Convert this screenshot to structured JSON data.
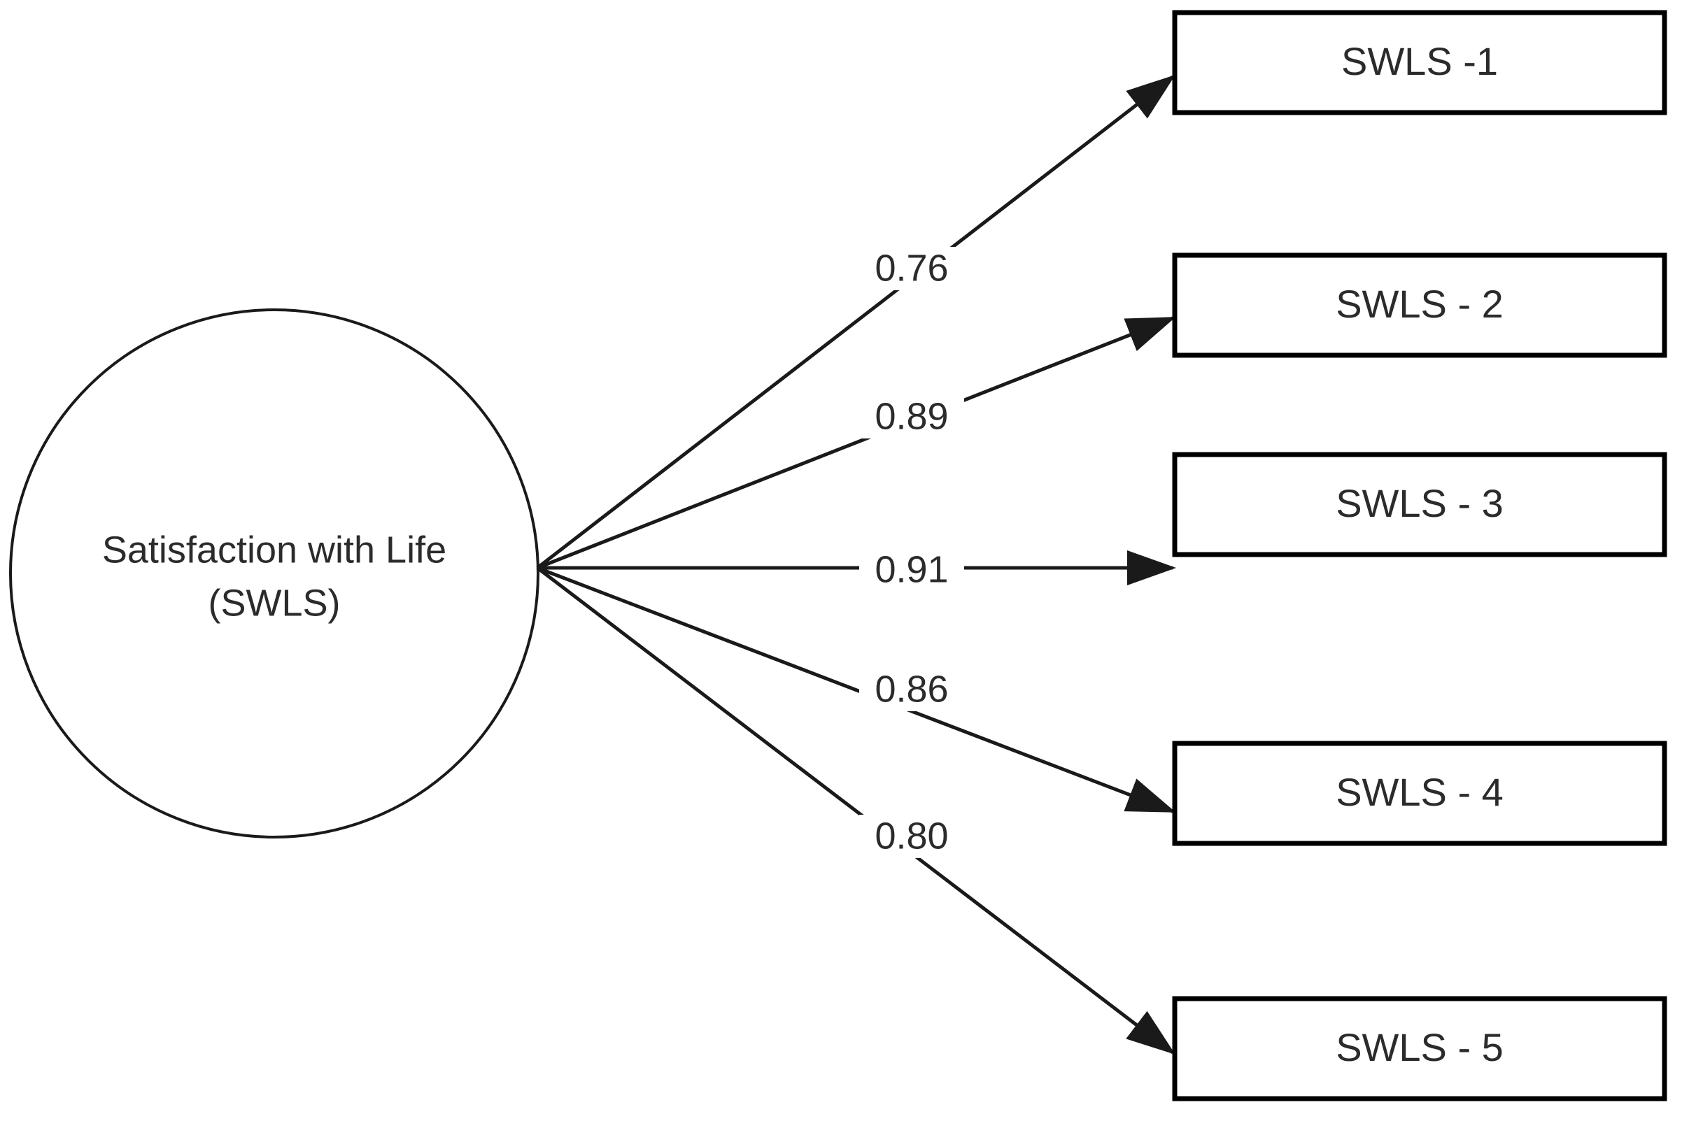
{
  "diagram": {
    "type": "confirmatory-factor-analysis-path-diagram",
    "background_color": "#ffffff",
    "line_color": "#1a1a1a",
    "text_color": "#2b2b2b",
    "latent_variable": {
      "name": "satisfaction-with-life",
      "label_line1": "Satisfaction with Life",
      "label_line2": "(SWLS)",
      "shape": "circle"
    },
    "indicators": [
      {
        "id": "swls-1",
        "label": "SWLS -1",
        "loading": "0.76"
      },
      {
        "id": "swls-2",
        "label": "SWLS - 2",
        "loading": "0.89"
      },
      {
        "id": "swls-3",
        "label": "SWLS - 3",
        "loading": "0.91"
      },
      {
        "id": "swls-4",
        "label": "SWLS - 4",
        "loading": "0.86"
      },
      {
        "id": "swls-5",
        "label": "SWLS - 5",
        "loading": "0.80"
      }
    ]
  },
  "chart_data": {
    "type": "diagram",
    "title": "Satisfaction with Life (SWLS) measurement model",
    "nodes": [
      {
        "id": "SWLS",
        "kind": "latent",
        "label": "Satisfaction with Life (SWLS)"
      },
      {
        "id": "SWLS-1",
        "kind": "observed",
        "label": "SWLS -1"
      },
      {
        "id": "SWLS-2",
        "kind": "observed",
        "label": "SWLS - 2"
      },
      {
        "id": "SWLS-3",
        "kind": "observed",
        "label": "SWLS - 3"
      },
      {
        "id": "SWLS-4",
        "kind": "observed",
        "label": "SWLS - 4"
      },
      {
        "id": "SWLS-5",
        "kind": "observed",
        "label": "SWLS - 5"
      }
    ],
    "edges": [
      {
        "from": "SWLS",
        "to": "SWLS-1",
        "value": 0.76,
        "label": "0.76"
      },
      {
        "from": "SWLS",
        "to": "SWLS-2",
        "value": 0.89,
        "label": "0.89"
      },
      {
        "from": "SWLS",
        "to": "SWLS-3",
        "value": 0.91,
        "label": "0.91"
      },
      {
        "from": "SWLS",
        "to": "SWLS-4",
        "value": 0.86,
        "label": "0.86"
      },
      {
        "from": "SWLS",
        "to": "SWLS-5",
        "value": 0.8,
        "label": "0.80"
      }
    ]
  }
}
